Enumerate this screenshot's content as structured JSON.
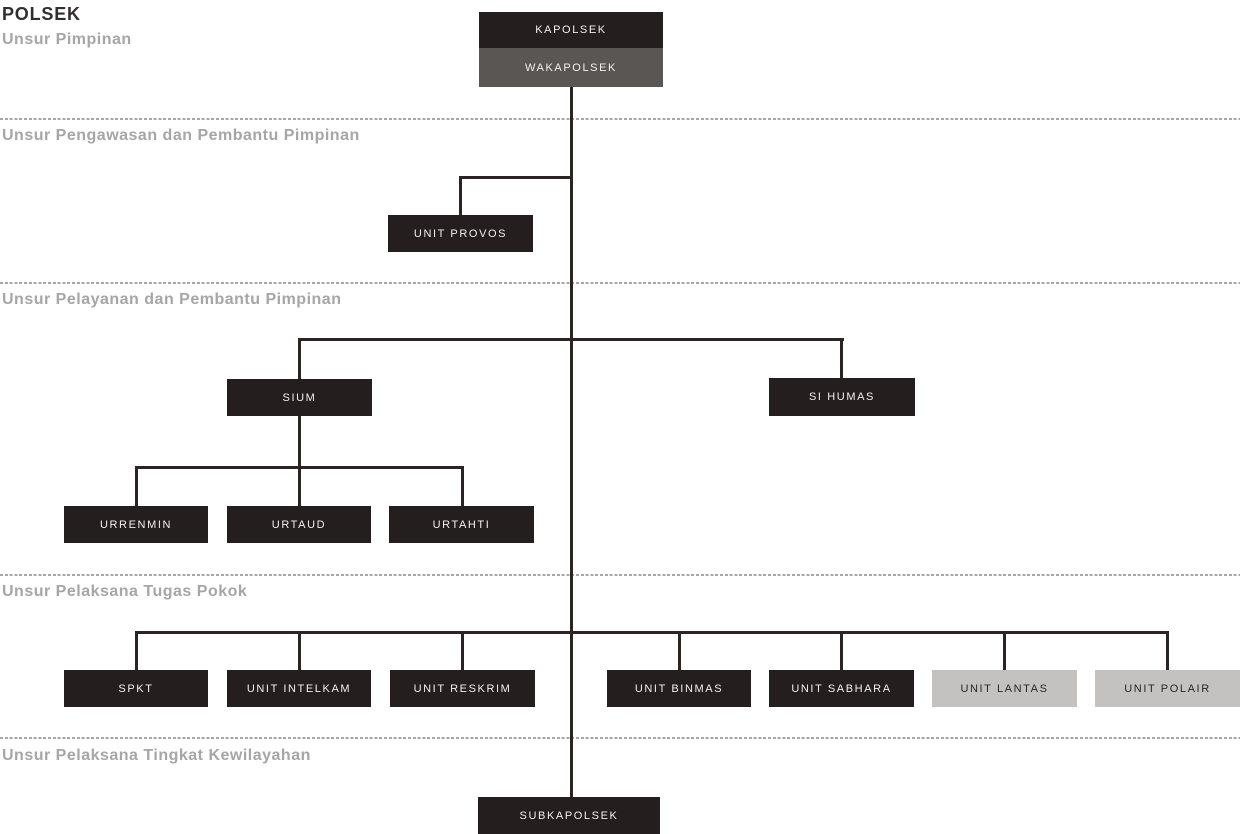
{
  "title": "POLSEK",
  "sections": [
    {
      "label": "Unsur Pimpinan"
    },
    {
      "label": "Unsur Pengawasan dan Pembantu Pimpinan"
    },
    {
      "label": "Unsur Pelayanan dan Pembantu Pimpinan"
    },
    {
      "label": "Unsur Pelaksana Tugas Pokok"
    },
    {
      "label": "Unsur Pelaksana Tingkat Kewilayahan"
    }
  ],
  "nodes": {
    "kapolsek": {
      "label": "KAPOLSEK",
      "style": "dark"
    },
    "wakapolsek": {
      "label": "WAKAPOLSEK",
      "style": "muted"
    },
    "unit_provos": {
      "label": "UNIT PROVOS",
      "style": "dark"
    },
    "sium": {
      "label": "SIUM",
      "style": "dark"
    },
    "si_humas": {
      "label": "SI HUMAS",
      "style": "dark"
    },
    "urrenmin": {
      "label": "URRENMIN",
      "style": "dark"
    },
    "urtaud": {
      "label": "URTAUD",
      "style": "dark"
    },
    "urtahti": {
      "label": "URTAHTI",
      "style": "dark"
    },
    "spkt": {
      "label": "SPKT",
      "style": "dark"
    },
    "unit_intelkam": {
      "label": "UNIT INTELKAM",
      "style": "dark"
    },
    "unit_reskrim": {
      "label": "UNIT RESKRIM",
      "style": "dark"
    },
    "unit_binmas": {
      "label": "UNIT BINMAS",
      "style": "dark"
    },
    "unit_sabhara": {
      "label": "UNIT SABHARA",
      "style": "dark"
    },
    "unit_lantas": {
      "label": "UNIT LANTAS",
      "style": "light"
    },
    "unit_polair": {
      "label": "UNIT POLAIR",
      "style": "light"
    },
    "subkapolsek": {
      "label": "SUBKAPOLSEK",
      "style": "dark"
    }
  },
  "colors": {
    "node_dark": "#241f1e",
    "node_muted": "#5a5654",
    "node_light": "#c4c2c1",
    "connector": "#2b2423",
    "divider": "#a8a6a6",
    "section_label": "#a7a5a5",
    "title": "#332e2e",
    "text_on_dark": "#f2f0ef",
    "text_on_light": "#2b2625"
  }
}
